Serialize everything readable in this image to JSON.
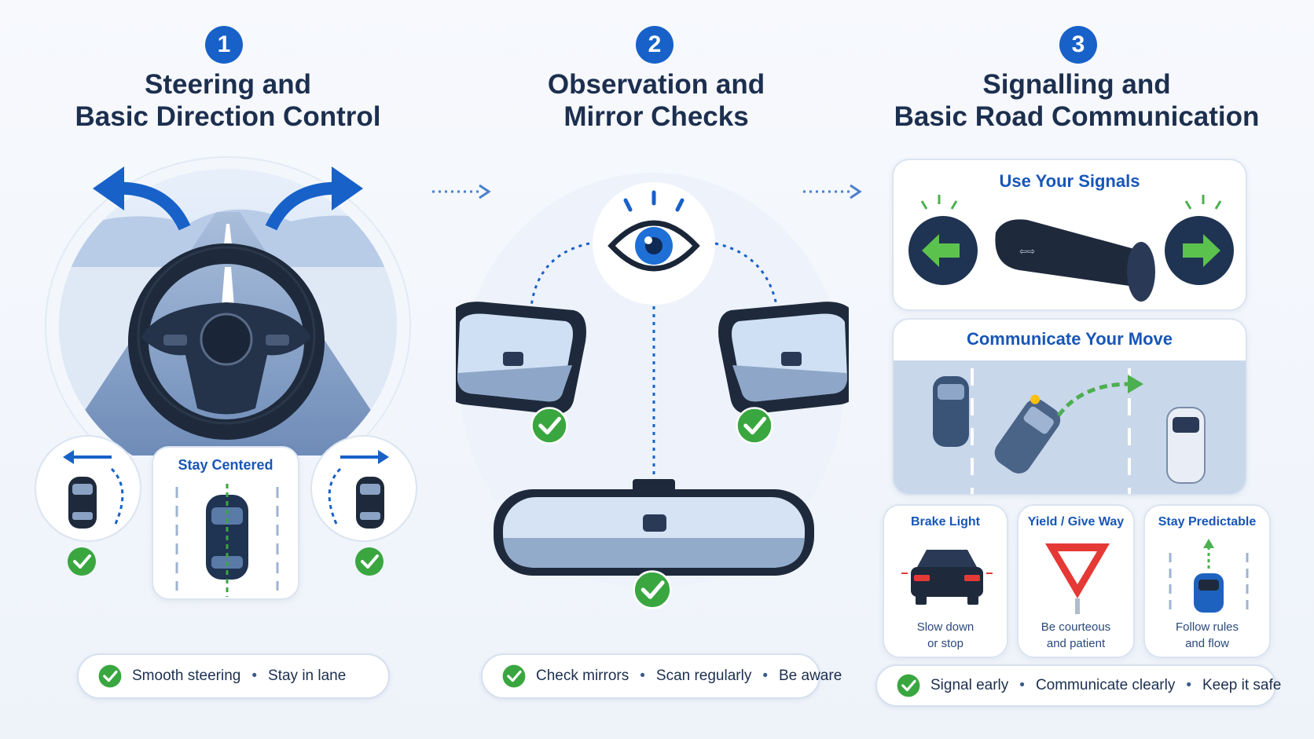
{
  "steps": [
    {
      "number": "1",
      "title_line1": "Steering and",
      "title_line2": "Basic Direction Control",
      "center_label": "Stay Centered",
      "pill": {
        "item1": "Smooth steering",
        "item2": "Stay in lane"
      }
    },
    {
      "number": "2",
      "title_line1": "Observation and",
      "title_line2": "Mirror Checks",
      "pill": {
        "item1": "Check mirrors",
        "item2": "Scan regularly",
        "item3": "Be aware"
      }
    },
    {
      "number": "3",
      "title_line1": "Signalling and",
      "title_line2": "Basic Road Communication",
      "signals_title": "Use Your Signals",
      "communicate_title": "Communicate Your Move",
      "cards": [
        {
          "title": "Brake Light",
          "line1": "Slow down",
          "line2": "or stop"
        },
        {
          "title": "Yield / Give Way",
          "line1": "Be courteous",
          "line2": "and patient"
        },
        {
          "title": "Stay Predictable",
          "line1": "Follow rules",
          "line2": "and flow"
        }
      ],
      "pill": {
        "item1": "Signal early",
        "item2": "Communicate clearly",
        "item3": "Keep it safe"
      }
    }
  ],
  "colors": {
    "primary_blue": "#1761c9",
    "check_green": "#3aa640",
    "arrow_green": "#4caf50",
    "dark_text": "#1c2f4f",
    "brake_red": "#e53935"
  },
  "icons": [
    "check-icon",
    "eye-icon",
    "steering-wheel-icon",
    "turn-left-arrow-icon",
    "turn-right-arrow-icon",
    "indicator-stalk-icon",
    "yield-sign-icon",
    "car-icon",
    "mirror-icon"
  ]
}
